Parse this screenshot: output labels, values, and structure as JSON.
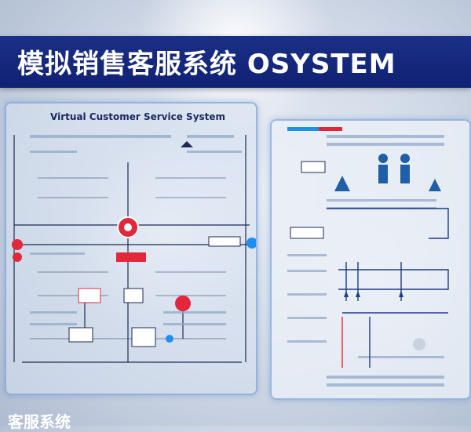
{
  "banner": {
    "title": "模拟销售客服系统 OSYSTEM"
  },
  "left_panel": {
    "title": "Virtual Customer Service System"
  },
  "right_panel": {
    "title": ""
  },
  "footer": {
    "text": "客服系统"
  },
  "colors": {
    "accent_red": "#e2273a",
    "accent_blue": "#1e8ff0",
    "banner_blue": "#14237a"
  }
}
